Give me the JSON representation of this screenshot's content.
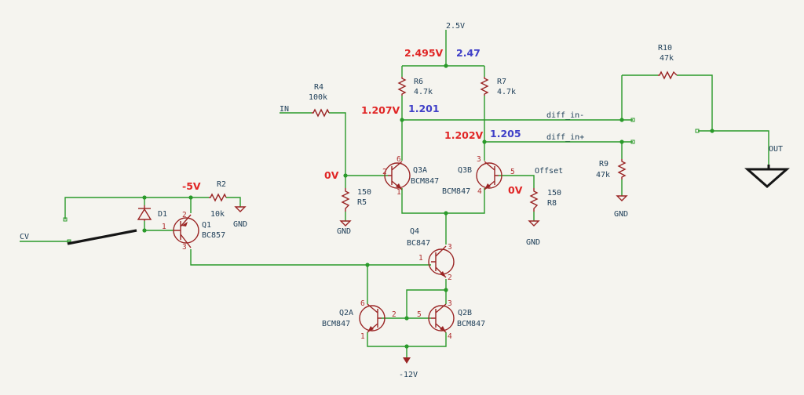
{
  "labels": {
    "supply": "2.5V",
    "neg_supply": "-12V",
    "in": "IN",
    "cv": "CV",
    "out": "OUT",
    "offset": "Offset",
    "diff_in_minus": "diff_in-",
    "diff_in_plus": "diff_in+",
    "gnd": "GND"
  },
  "voltages": {
    "v_r6_top_red": "2.495V",
    "v_r7_top_blue": "2.47",
    "v_q3a_c_red": "1.207V",
    "v_q3a_c_blue": "1.201",
    "v_q3b_c_red": "1.202V",
    "v_q3b_c_blue": "1.205",
    "v_q3a_b": "0V",
    "v_q3b_b": "0V",
    "v_q1_b": "-5V"
  },
  "components": {
    "r4": {
      "ref": "R4",
      "value": "100k"
    },
    "r5": {
      "ref": "R5",
      "value": "150"
    },
    "r6": {
      "ref": "R6",
      "value": "4.7k"
    },
    "r7": {
      "ref": "R7",
      "value": "4.7k"
    },
    "r8": {
      "ref": "R8",
      "value": "150"
    },
    "r9": {
      "ref": "R9",
      "value": "47k"
    },
    "r10": {
      "ref": "R10",
      "value": "47k"
    },
    "r2": {
      "ref": "R2",
      "value": "10k"
    },
    "d1": {
      "ref": "D1"
    },
    "q1": {
      "ref": "Q1",
      "value": "BC857"
    },
    "q3a": {
      "ref": "Q3A",
      "value": "BCM847"
    },
    "q3b": {
      "ref": "Q3B",
      "value": "BCM847"
    },
    "q4": {
      "ref": "Q4",
      "value": "BC847"
    },
    "q2a": {
      "ref": "Q2A",
      "value": "BCM847"
    },
    "q2b": {
      "ref": "Q2B",
      "value": "BCM847"
    }
  },
  "pins": {
    "q3a": [
      "2",
      "6",
      "1"
    ],
    "q3b": [
      "3",
      "5",
      "4"
    ],
    "q1": [
      "1",
      "2",
      "3"
    ],
    "q4": [
      "1",
      "3",
      "2"
    ],
    "q2a": [
      "6",
      "1"
    ],
    "q2b": [
      "3",
      "5",
      "4"
    ],
    "q2_base": "2"
  },
  "colors": {
    "wire": "#2a9a2a",
    "component": "#9a2424",
    "text": "#20405a",
    "voltage_red": "#e02525",
    "voltage_blue": "#4040c8",
    "background": "#f5f4ef"
  }
}
